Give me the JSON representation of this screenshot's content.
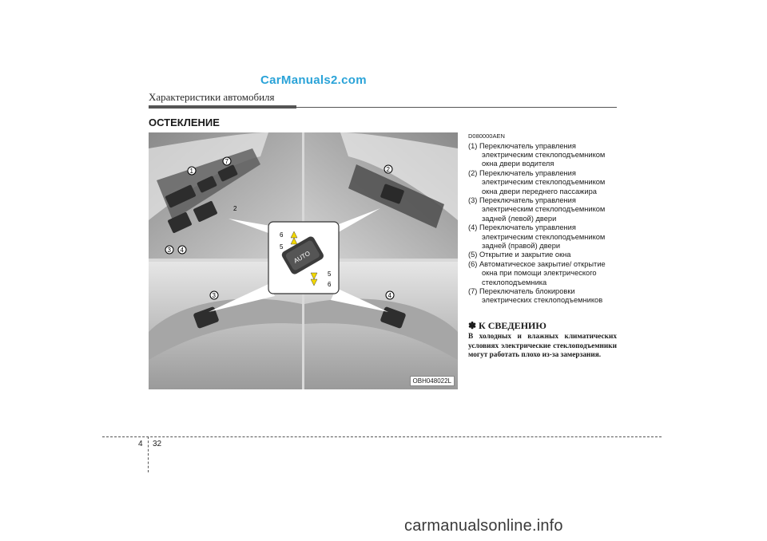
{
  "watermark_top": "CarManuals2.com",
  "header": {
    "title": "Характеристики автомобиля"
  },
  "section_title": "ОСТЕКЛЕНИЕ",
  "figure": {
    "code": "OBH048022L",
    "auto_label": "AUTO",
    "callouts": [
      "1",
      "2",
      "3",
      "4",
      "5",
      "6",
      "7"
    ]
  },
  "doc_code": "D080000AEN",
  "items": [
    "(1) Переключатель управления электрическим стеклоподъемником окна двери водителя",
    "(2) Переключатель управления электрическим стеклоподъемником окна двери переднего пассажира",
    "(3) Переключатель управления электрическим стеклоподъемником задней (левой) двери",
    "(4) Переключатель управления электрическим стеклоподъемником задней (правой) двери",
    "(5) Открытие и закрытие окна",
    "(6) Автоматическое закрытие/ открытие окна при помощи электрического стеклоподъемника",
    "(7) Переключатель блокировки электрических стеклоподъемников"
  ],
  "note": {
    "title": "✽ К СВЕДЕНИЮ",
    "text": "В холодных и влажных климатических условиях электрические стеклоподъемники могут работать плохо из-за замерзания."
  },
  "footer": {
    "chapter": "4",
    "page": "32"
  },
  "watermark_bottom": "carmanualsonline.info"
}
